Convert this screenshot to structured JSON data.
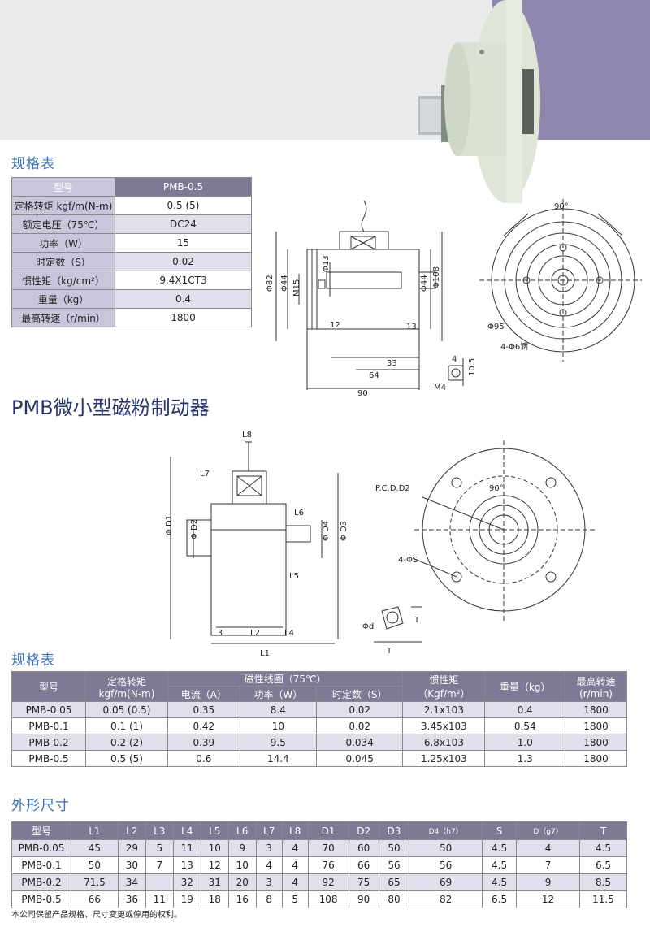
{
  "banner": {
    "bg_grey": "#ebebeb",
    "bg_purple": "#8f87ad"
  },
  "section1_title": "规格表",
  "spec1": {
    "header": [
      "型号",
      "PMB-0.5"
    ],
    "rows": [
      {
        "label": "定格转矩 kgf/m(N-m)",
        "value": "0.5 (5)"
      },
      {
        "label": "额定电压（75℃）",
        "value": "DC24"
      },
      {
        "label": "功率（W）",
        "value": "15"
      },
      {
        "label": "时定数（S）",
        "value": "0.02"
      },
      {
        "label": "惯性矩（kg/cm²）",
        "value": "9.4X1CT3"
      },
      {
        "label": "重量（kg）",
        "value": "0.4"
      },
      {
        "label": "最高转速（r/min）",
        "value": "1800"
      }
    ]
  },
  "drawing1": {
    "labels": {
      "d82": "Φ82",
      "d44a": "Φ44",
      "m15": "M15",
      "d13": "Φ13",
      "d44b": "Φ44",
      "d108": "Φ108",
      "l12": "12",
      "l13": "13",
      "l33": "33",
      "l64": "64",
      "l90": "90",
      "l4": "4",
      "l105": "10.5",
      "m4": "M4",
      "a90": "90°",
      "d95": "Φ95",
      "holes": "4-Φ6滴"
    }
  },
  "main_title": "PMB微小型磁粉制动器",
  "drawing2": {
    "labels": {
      "l8": "L8",
      "l7": "L7",
      "l6": "L6",
      "l5": "L5",
      "l3": "L3",
      "l2": "L2",
      "l4": "L4",
      "l1": "L1",
      "d1": "Φ D1",
      "d2": "Φ D2",
      "d4": "Φ D4",
      "d3": "Φ D3",
      "pcd": "P.C.D.D2",
      "a90": "90°",
      "holes": "4-ΦS",
      "phid": "Φd",
      "t1": "T",
      "t2": "T"
    }
  },
  "section2_title": "规格表",
  "spec2": {
    "h_model": "型号",
    "h_torque": [
      "定格转矩",
      "kgf/m(N-m)"
    ],
    "h_coil": "磁性线圈（75℃）",
    "h_current": "电流（A）",
    "h_power": "功率（W）",
    "h_time": "时定数（S）",
    "h_inertia": [
      "惯性矩",
      "（Kgf/m²）"
    ],
    "h_weight": "重量（kg）",
    "h_speed": [
      "最高转速",
      "(r/min)"
    ],
    "rows": [
      [
        "PMB-0.05",
        "0.05 (0.5)",
        "0.35",
        "8.4",
        "0.02",
        "2.1x103",
        "0.4",
        "1800"
      ],
      [
        "PMB-0.1",
        "0.1 (1)",
        "0.42",
        "10",
        "0.02",
        "3.45x103",
        "0.54",
        "1800"
      ],
      [
        "PMB-0.2",
        "0.2 (2)",
        "0.39",
        "9.5",
        "0.034",
        "6.8x103",
        "1.0",
        "1800"
      ],
      [
        "PMB-0.5",
        "0.5 (5)",
        "0.6",
        "14.4",
        "0.045",
        "1.25x103",
        "1.3",
        "1800"
      ]
    ]
  },
  "section3_title": "外形尺寸",
  "dims": {
    "headers": [
      "型号",
      "L1",
      "L2",
      "L3",
      "L4",
      "L5",
      "L6",
      "L7",
      "L8",
      "D1",
      "D2",
      "D3",
      "D4（h7）",
      "S",
      "D（g7）",
      "T"
    ],
    "rows": [
      [
        "PMB-0.05",
        "45",
        "29",
        "5",
        "11",
        "10",
        "9",
        "3",
        "4",
        "70",
        "60",
        "50",
        "50",
        "4.5",
        "4",
        "4.5"
      ],
      [
        "PMB-0.1",
        "50",
        "30",
        "7",
        "13",
        "12",
        "10",
        "4",
        "4",
        "76",
        "66",
        "56",
        "56",
        "4.5",
        "7",
        "6.5"
      ],
      [
        "PMB-0.2",
        "71.5",
        "34",
        "",
        "32",
        "31",
        "20",
        "3",
        "4",
        "92",
        "75",
        "65",
        "69",
        "4.5",
        "9",
        "8.5"
      ],
      [
        "PMB-0.5",
        "66",
        "36",
        "11",
        "19",
        "18",
        "16",
        "8",
        "5",
        "108",
        "90",
        "80",
        "82",
        "6.5",
        "12",
        "11.5"
      ]
    ]
  },
  "footnote": "本公司保留产品规格、尺寸变更或停用的权利。"
}
